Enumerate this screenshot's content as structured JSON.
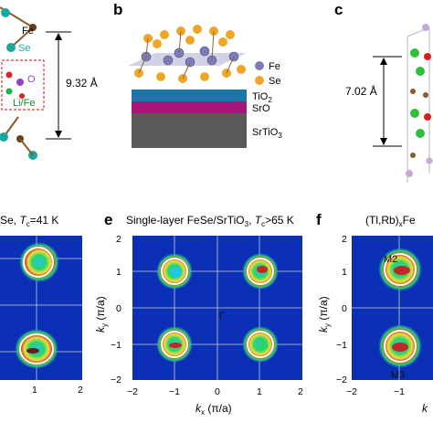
{
  "panel_labels": {
    "b": "b",
    "c": "c",
    "e": "e",
    "f": "f"
  },
  "panel_a": {
    "atom_fe": "Fe",
    "atom_se": "Se",
    "atom_o": "O",
    "atom_lifes": "Li/Fe",
    "spacing": "9.32 Å"
  },
  "panel_b": {
    "legend_fe": "Fe",
    "legend_se": "Se",
    "layer_tio2": "TiO",
    "layer_tio2_sub": "2",
    "layer_sro": "SrO",
    "layer_srtio3": "SrTiO",
    "layer_srtio3_sub": "3",
    "colors": {
      "fe": "#7d7db6",
      "se": "#f0a526",
      "tio2": "#1a76a8",
      "sro": "#a8167b",
      "srtio3": "#5a5a5a"
    }
  },
  "panel_c": {
    "spacing": "7.02 Å"
  },
  "panel_d": {
    "title_frag": "Se, ",
    "tc_italic": "T",
    "tc_sub": "c",
    "tc_val": "=41 K",
    "tick_x": [
      "1",
      "2"
    ]
  },
  "panel_e": {
    "title": "Single-layer FeSe/SrTiO",
    "title_sub": "3",
    "tc_italic": "T",
    "tc_sub": "c",
    "tc_val": ">65 K",
    "xlabel_k": "k",
    "xlabel_sub": "x",
    "xlabel_unit": " (π/a)",
    "ylabel_k": "k",
    "ylabel_sub": "y",
    "ylabel_unit": " (π/a)",
    "xticks": [
      "−2",
      "−1",
      "0",
      "1",
      "2"
    ],
    "yticks": [
      "2",
      "1",
      "0",
      "−1",
      "−2"
    ],
    "gamma_label": "Γ"
  },
  "panel_f": {
    "title": "(Tl,Rb)",
    "title_sub": "x",
    "title_tail": "Fe",
    "ylabel_k": "k",
    "ylabel_sub": "y",
    "ylabel_unit": " (π/a)",
    "yticks": [
      "2",
      "1",
      "0",
      "−1",
      "−2"
    ],
    "xticks": [
      "−2",
      "−1"
    ],
    "m2_label": "M2",
    "m3_label": "M3",
    "k_frag": "k"
  },
  "colors": {
    "map_bg": "#0b2fb5",
    "grid": "#c8cbe0"
  }
}
